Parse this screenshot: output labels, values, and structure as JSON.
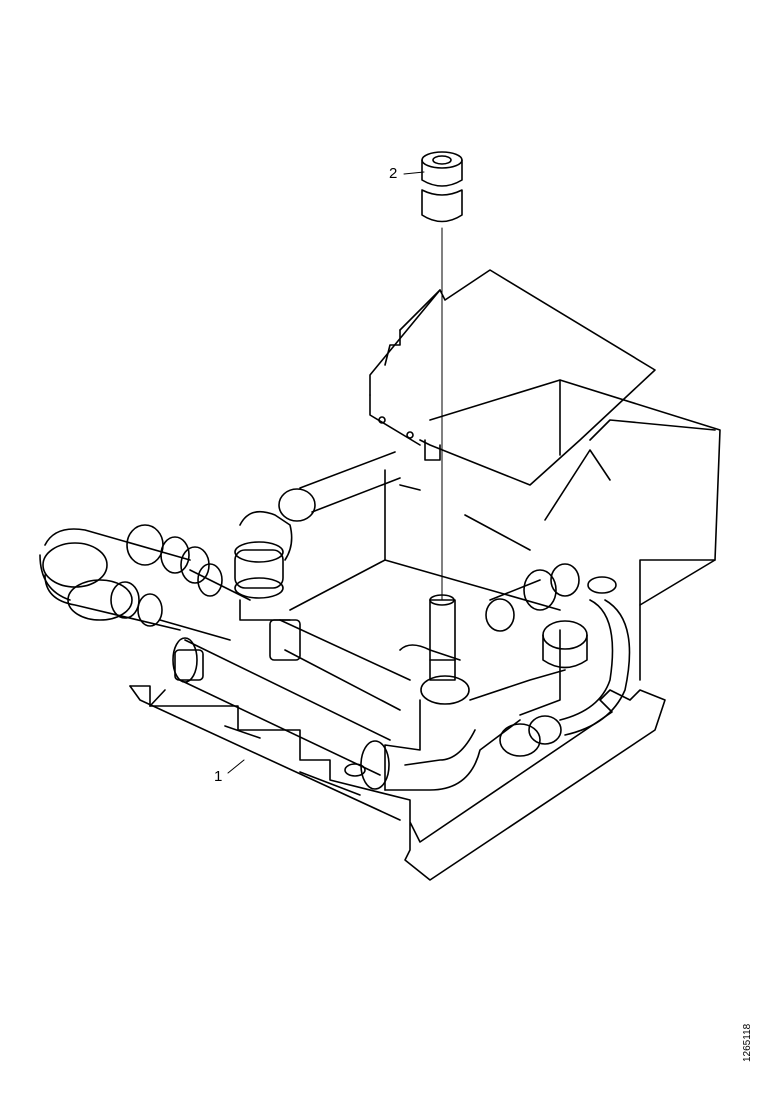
{
  "diagram": {
    "callouts": [
      {
        "id": "2",
        "label": "2"
      },
      {
        "id": "1",
        "label": "1"
      }
    ],
    "drawing_number": "1265118"
  },
  "colors": {
    "line": "#000000",
    "fill": "#ffffff"
  }
}
